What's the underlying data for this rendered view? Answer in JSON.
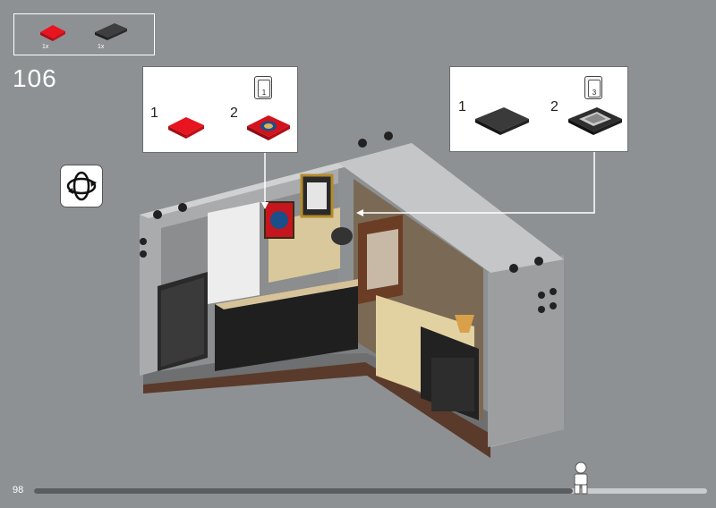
{
  "parts_list": {
    "items": [
      {
        "qty": "1x",
        "part": "red-tile-2x2-icon",
        "color": "#d0101b"
      },
      {
        "qty": "1x",
        "part": "dark-gray-tile-2x4-icon",
        "color": "#3a3a3a"
      }
    ]
  },
  "step": {
    "number": "106"
  },
  "callout_left": {
    "sub1_num": "1",
    "sub2_num": "2",
    "ref_badge": "1"
  },
  "callout_right": {
    "sub1_num": "1",
    "sub2_num": "2",
    "ref_badge": "3"
  },
  "footer": {
    "page_number": "98",
    "progress_fraction": 0.8
  },
  "icons": {
    "rotate": "rotate-model-icon",
    "progress_figure": "minifigure-progress-icon"
  }
}
